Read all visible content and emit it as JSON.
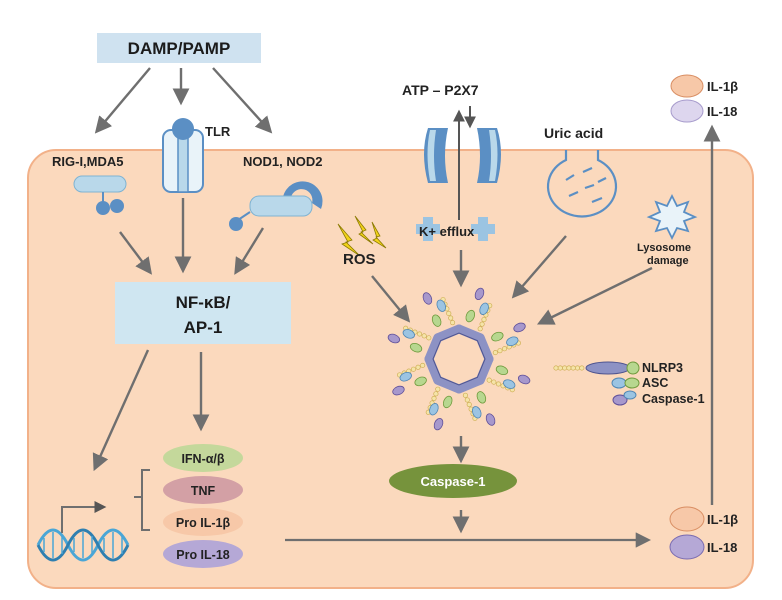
{
  "input": {
    "damp_pamp": "DAMP/PAMP"
  },
  "receptors": {
    "tlr": "TLR",
    "rig_mda": "RIG-I,MDA5",
    "nod": "NOD1, NOD2"
  },
  "nf_kb": {
    "line1": "NF-κB/",
    "line2": "AP-1"
  },
  "transcripts": [
    "IFN-α/β",
    "TNF",
    "Pro IL-1β",
    "Pro IL-18"
  ],
  "p2x7": {
    "atp": "ATP – P2X7",
    "k_efflux": "K+ efflux"
  },
  "uric_acid": "Uric acid",
  "ros": "ROS",
  "lysosome": {
    "line1": "Lysosome",
    "line2": "damage"
  },
  "legend": {
    "nlrp3": "NLRP3",
    "asc": "ASC",
    "caspase": "Caspase-1"
  },
  "caspase_box": "Caspase-1",
  "secreted": {
    "il1b": "IL-1β",
    "il18": "IL-18"
  },
  "mature": {
    "il1b": "IL-1β",
    "il18": "IL-18"
  },
  "colors": {
    "cell_fill": "#fbd9bd",
    "cell_border": "#f2b189",
    "damp_box": "#cfe2f0",
    "nfkb_box": "#cfe6f1",
    "receptor_blue": "#5b8fc4",
    "receptor_light": "#b9d8ea",
    "arrow": "#6f6f6f",
    "caspase_green": "#76933c",
    "ifn": "#c4d89b",
    "tnf": "#d3a0a5",
    "il1b": "#f7c8a8",
    "il18": "#b5a8d6",
    "nlrp3": "#8d92c4",
    "asc": "#b7d78f",
    "casp": "#a798cc",
    "ros_yellow": "#f2d21a",
    "dna_blue": "#4aa6d6"
  }
}
